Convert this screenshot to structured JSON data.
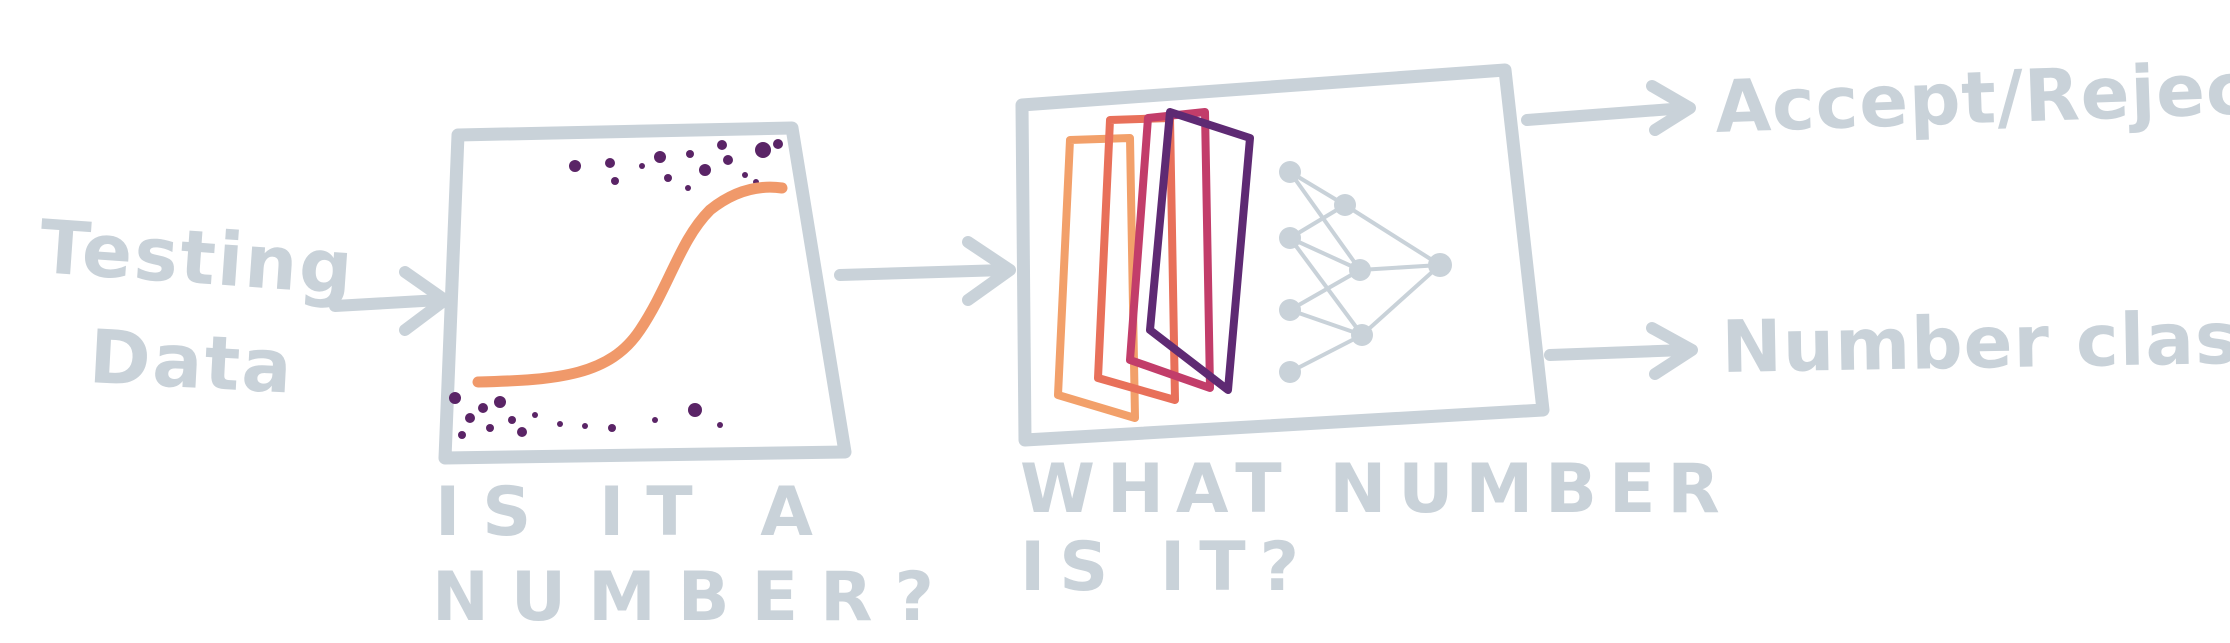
{
  "input": {
    "line1": "Testing",
    "line2": "Data"
  },
  "stage1": {
    "caption_line1": "IS IT A",
    "caption_line2": "NUMBER?"
  },
  "stage2": {
    "caption_line1": "WHAT NUMBER",
    "caption_line2": "IS IT?"
  },
  "outputs": {
    "top": "Accept/Reject",
    "bottom": "Number class"
  },
  "colors": {
    "outline": "#c9d2d9",
    "curve": "#f0996a",
    "dots": "#5a2466",
    "layer1": "#f2a06a",
    "layer2": "#e8705a",
    "layer3": "#c23d6a",
    "layer4": "#5e2a73",
    "network": "#c9d2d9"
  },
  "icons": {
    "stage1": "sigmoid-classifier-icon",
    "stage2_layers": "convolution-layers-icon",
    "stage2_net": "neural-network-icon"
  }
}
